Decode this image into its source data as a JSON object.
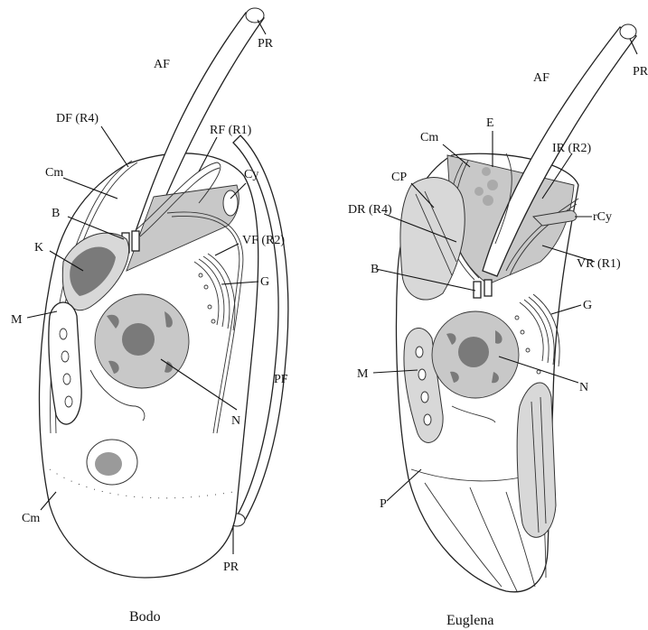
{
  "bodo": {
    "caption": "Bodo",
    "labels": {
      "af": "AF",
      "pr_top": "PR",
      "df": "DF (R4)",
      "rf": "RF (R1)",
      "cm_top": "Cm",
      "cy": "Cy",
      "b": "B",
      "vf": "VF (R2)",
      "k": "K",
      "g": "G",
      "m": "M",
      "pf": "PF",
      "n": "N",
      "cm_bottom": "Cm",
      "pr_bottom": "PR"
    }
  },
  "euglena": {
    "caption": "Euglena",
    "labels": {
      "af": "AF",
      "pr": "PR",
      "e": "E",
      "cm": "Cm",
      "ir": "IR (R2)",
      "cp": "CP",
      "dr": "DR (R4)",
      "rcy": "rCy",
      "b": "B",
      "vr": "VR (R1)",
      "g": "G",
      "m": "M",
      "n": "N",
      "p": "P"
    }
  },
  "colors": {
    "ink": "#111111",
    "light_grey": "#c8c8c8",
    "dark_grey": "#7a7a7a"
  }
}
